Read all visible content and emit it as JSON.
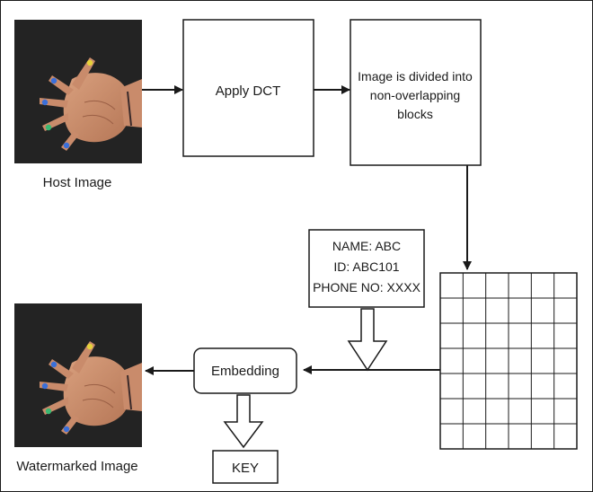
{
  "host_image": {
    "caption": "Host Image",
    "depicts": "hand-photo"
  },
  "watermarked_image": {
    "caption": "Watermarked Image",
    "depicts": "hand-photo"
  },
  "steps": {
    "apply_dct": "Apply DCT",
    "divide_blocks": [
      "Image is divided into",
      "non-overlapping",
      "blocks"
    ]
  },
  "watermark_info": [
    "NAME: ABC",
    "ID: ABC101",
    "PHONE NO: XXXX"
  ],
  "embedding": "Embedding",
  "key": "KEY",
  "grid": {
    "rows": 7,
    "cols": 6
  },
  "colors": {
    "photo_background": "#1f1f1f",
    "skin": "#c98b6b",
    "line": "#1a1a1a"
  }
}
